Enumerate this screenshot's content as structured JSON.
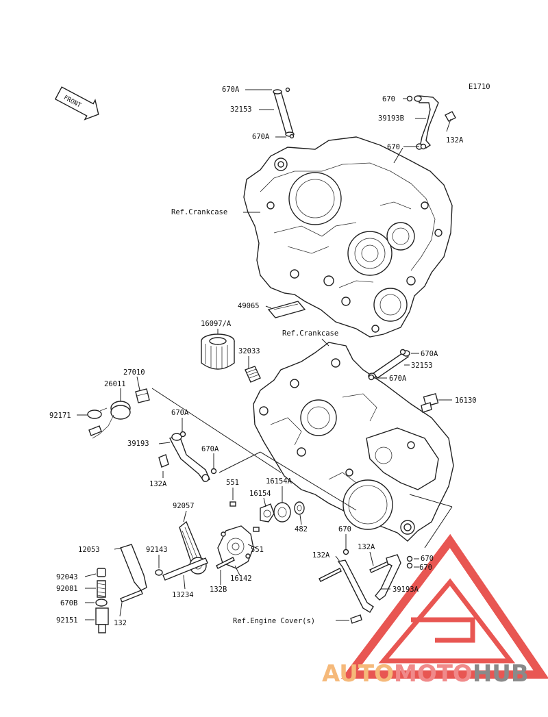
{
  "diagram_id": "E1710",
  "front_label": "FRONT",
  "labels": {
    "l_670A_a": "670A",
    "l_32153_a": "32153",
    "l_670A_b": "670A",
    "l_670_a": "670",
    "l_39193B": "39193B",
    "l_132A_a": "132A",
    "l_670_b": "670",
    "l_refcase_a": "Ref.Crankcase",
    "l_49065": "49065",
    "l_16097A": "16097/A",
    "l_refcase_b": "Ref.Crankcase",
    "l_32033": "32033",
    "l_670A_c": "670A",
    "l_32153_b": "32153",
    "l_670A_d": "670A",
    "l_27010": "27010",
    "l_26011": "26011",
    "l_92171": "92171",
    "l_16130": "16130",
    "l_670A_e": "670A",
    "l_39193": "39193",
    "l_670A_f": "670A",
    "l_132A_b": "132A",
    "l_551_a": "551",
    "l_16154A": "16154A",
    "l_16154": "16154",
    "l_92057": "92057",
    "l_482": "482",
    "l_670_c": "670",
    "l_12053": "12053",
    "l_92143": "92143",
    "l_551_b": "551",
    "l_132A_c": "132A",
    "l_132A_d": "132A",
    "l_670_d": "670",
    "l_670_e": "670",
    "l_92043": "92043",
    "l_16142": "16142",
    "l_132B": "132B",
    "l_13234": "13234",
    "l_92081": "92081",
    "l_39193A": "39193A",
    "l_670B": "670B",
    "l_132": "132",
    "l_92151": "92151",
    "l_ref_engine_cover": "Ref.Engine Cover(s)"
  },
  "watermark": {
    "part1": "AUTO",
    "part2": "MOTO",
    "part3": "HUB",
    "color1": "#f5b97a",
    "color2": "#f08a8a",
    "color3": "#8a8a8a",
    "triangle_color": "#e53935"
  }
}
